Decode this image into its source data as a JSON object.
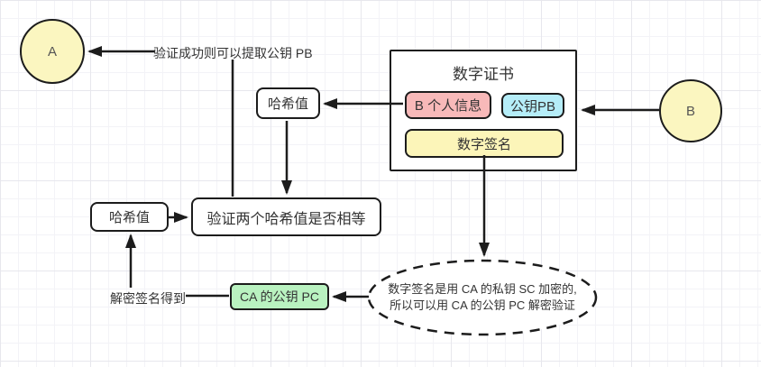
{
  "nodes": {
    "actor_a": {
      "label": "A"
    },
    "actor_b": {
      "label": "B"
    },
    "certificate": {
      "title": "数字证书",
      "items": [
        {
          "label": "B 个人信息",
          "color": "#f8b9b9"
        },
        {
          "label": "公钥PB",
          "color": "#b5edf8"
        },
        {
          "label": "数字签名",
          "color": "#fcf5b9"
        }
      ]
    },
    "hash_value_top": {
      "label": "哈希值"
    },
    "hash_value_left": {
      "label": "哈希值"
    },
    "verify_equal": {
      "label": "验证两个哈希值是否相等"
    },
    "ca_public_key": {
      "label": "CA 的公钥 PC",
      "color": "#b9f2c0"
    },
    "signature_note": {
      "line1": "数字签名是用 CA 的私钥 SC 加密的,",
      "line2": "所以可以用 CA 的公钥 PC 解密验证"
    }
  },
  "annotations": {
    "verify_success": "验证成功则可以提取公钥 PB",
    "decrypt_signature": "解密签名得到"
  },
  "colors": {
    "actor_fill": "#fbf6c0",
    "stroke": "#1c1c1c",
    "grid_minor": "#f3f3f7",
    "grid_major": "#e7e7ed"
  }
}
